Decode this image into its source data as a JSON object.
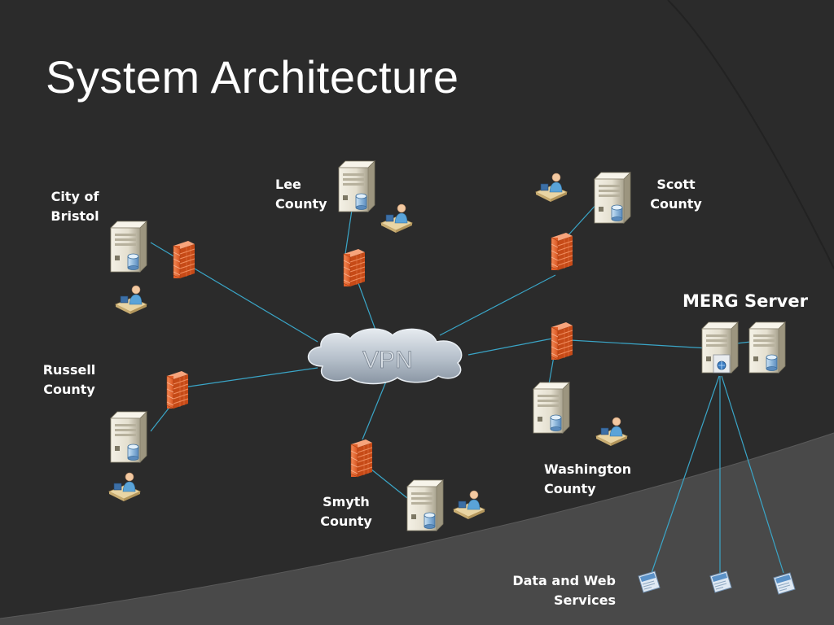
{
  "slide": {
    "title": "System Architecture"
  },
  "network": {
    "label": "VPN"
  },
  "nodes": {
    "bristol": {
      "line1": "City of",
      "line2": "Bristol"
    },
    "lee": {
      "line1": "Lee",
      "line2": "County"
    },
    "scott": {
      "line1": "Scott",
      "line2": "County"
    },
    "russell": {
      "line1": "Russell",
      "line2": "County"
    },
    "smyth": {
      "line1": "Smyth",
      "line2": "County"
    },
    "washington": {
      "line1": "Washington",
      "line2": "County"
    },
    "merg": {
      "label": "MERG Server"
    },
    "services": {
      "line1": "Data and Web",
      "line2": "Services"
    }
  },
  "colors": {
    "background": "#2b2b2b",
    "link": "#3aa6c8",
    "firewall": "#e8622c",
    "cloud": "#b9c2cc",
    "accent_band": "#494949"
  }
}
